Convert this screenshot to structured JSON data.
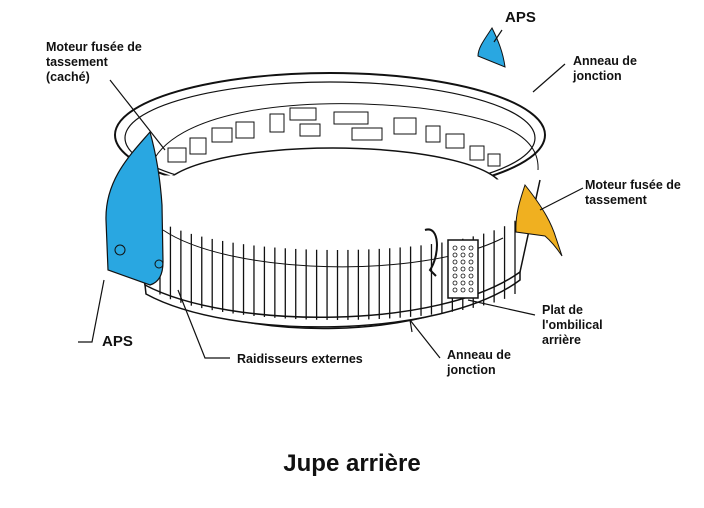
{
  "caption": "Jupe arrière",
  "labels": {
    "moteur_cache": [
      "Moteur fusée de",
      "tassement",
      "(caché)"
    ],
    "aps_top": "APS",
    "anneau_top": [
      "Anneau de",
      "jonction"
    ],
    "moteur_right": [
      "Moteur fusée de",
      "tassement"
    ],
    "plat": [
      "Plat de",
      "l'ombilical",
      "arrière"
    ],
    "anneau_bottom": [
      "Anneau de",
      "jonction"
    ],
    "raidisseurs": "Raidisseurs externes",
    "aps_left": "APS"
  },
  "colors": {
    "aps": "#29a7e1",
    "moteur": "#f0b020",
    "line": "#111111"
  }
}
